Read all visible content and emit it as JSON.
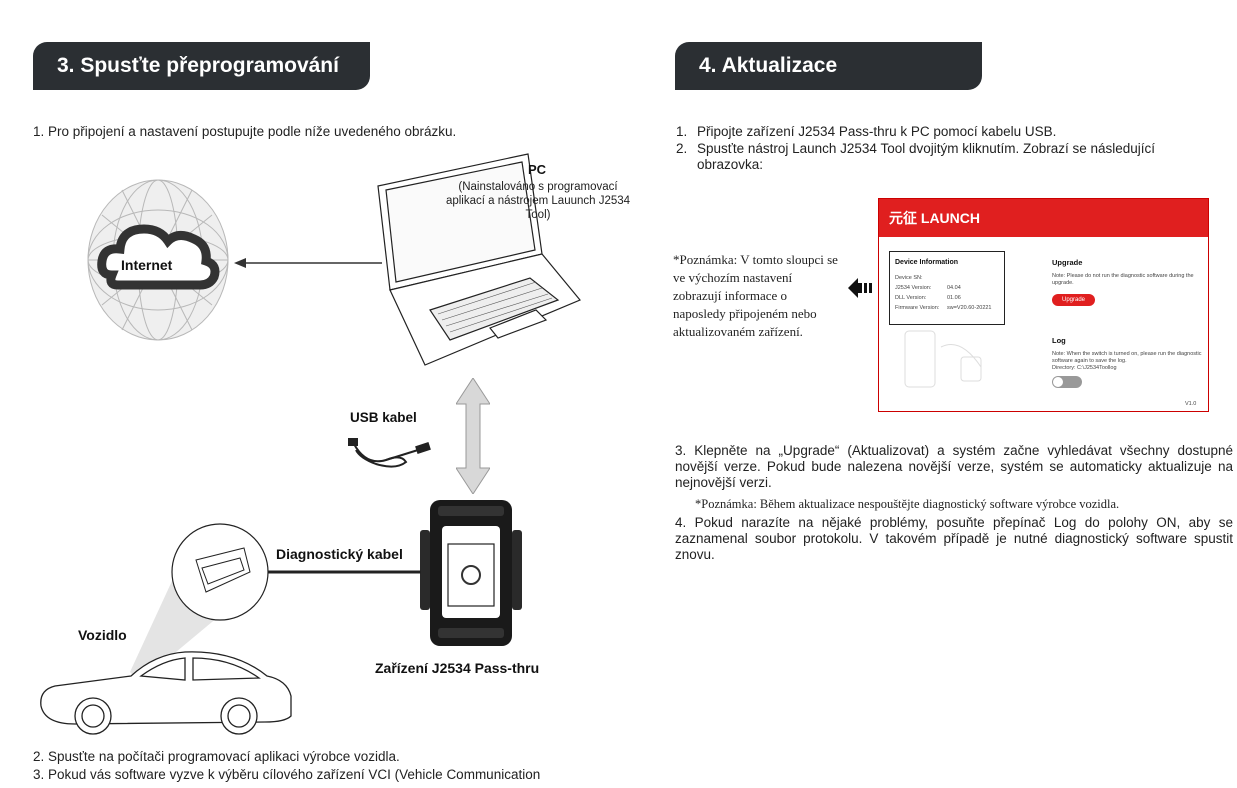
{
  "section3": {
    "title": "3. Spusťte přeprogramování",
    "step1": "1.  Pro připojení a nastavení postupujte podle níže uvedeného obrázku.",
    "internet_label": "Internet",
    "pc_label": "PC",
    "pc_note": "(Nainstalováno s programovací aplikací a nástrojem Lauunch J2534 Tool)",
    "usb_label": "USB kabel",
    "diag_cable_label": "Diagnostický kabel",
    "vehicle_label": "Vozidlo",
    "device_label": "Zařízení J2534 Pass-thru",
    "step2": "2.  Spusťte na počítači programovací aplikaci výrobce vozidla.",
    "step3": "3.  Pokud vás software vyzve k výběru cílového zařízení VCI (Vehicle Communication"
  },
  "section4": {
    "title": "4. Aktualizace",
    "step1": "Připojte zařízení J2534 Pass-thru k PC pomocí kabelu USB.",
    "step2": "Spusťte nástroj Launch J2534 Tool dvojitým kliknutím. Zobrazí se následující obrazovka:",
    "side_note": "*Poznámka: V tomto sloupci se ve výchozím nastavení zobrazují informace o naposledy připojeném nebo aktualizovaném zařízení.",
    "step3": "3.  Klepněte na „Upgrade“ (Aktualizovat) a systém začne vyhledávat všechny dostupné novější verze. Pokud bude nalezena novější verze, systém se automaticky aktualizuje na nejnovější verzi.",
    "step3_note": "*Poznámka: Během aktualizace nespouštějte diagnostický software výrobce vozidla.",
    "step4": "4.  Pokud narazíte na nějaké problémy, posuňte přepínač Log do polohy ON, aby se zaznamenal soubor protokolu. V takovém případě je nutné diagnostický software spustit znovu."
  },
  "app": {
    "brand": "元征 LAUNCH",
    "device_info_title": "Device Information",
    "device_sn_label": "Device SN:",
    "j2534_label": "J2534 Version:",
    "j2534_value": "04.04",
    "dll_label": "DLL Version:",
    "dll_value": "01.06",
    "fw_label": "Firmware Version:",
    "fw_value": "sw=V20.60-20221",
    "upgrade_title": "Upgrade",
    "upgrade_note": "Note: Please do not run the diagnostic software during the upgrade.",
    "upgrade_button": "Upgrade",
    "log_title": "Log",
    "log_note": "Note: When the switch is turned on, please run the diagnostic software again to save the log.",
    "log_dir": "Directory: C:\\J2534Toollog",
    "version": "V1.0"
  }
}
